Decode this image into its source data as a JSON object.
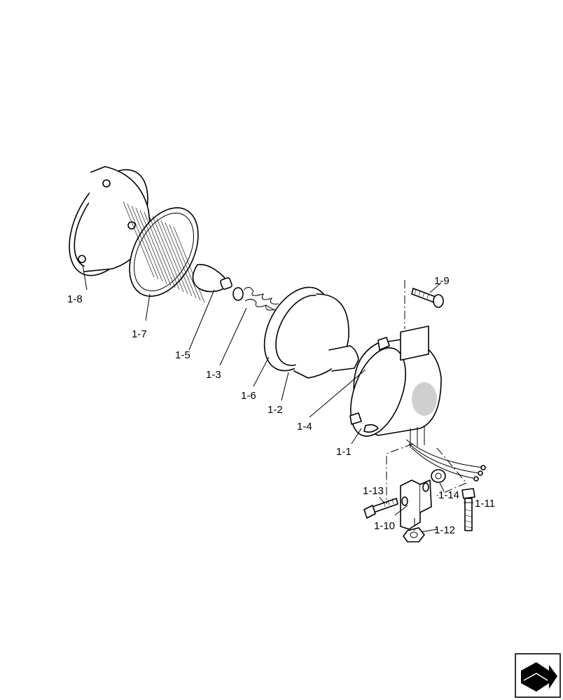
{
  "diagram": {
    "labels": {
      "l1_1": "1-1",
      "l1_2": "1-2",
      "l1_3": "1-3",
      "l1_4": "1-4",
      "l1_5": "1-5",
      "l1_6": "1-6",
      "l1_7": "1-7",
      "l1_8": "1-8",
      "l1_9": "1-9",
      "l1_10": "1-10",
      "l1_11": "1-11",
      "l1_12": "1-12",
      "l1_13": "1-13",
      "l1_14": "1-14"
    },
    "nav_icon": "next-page-arrow-icon"
  }
}
